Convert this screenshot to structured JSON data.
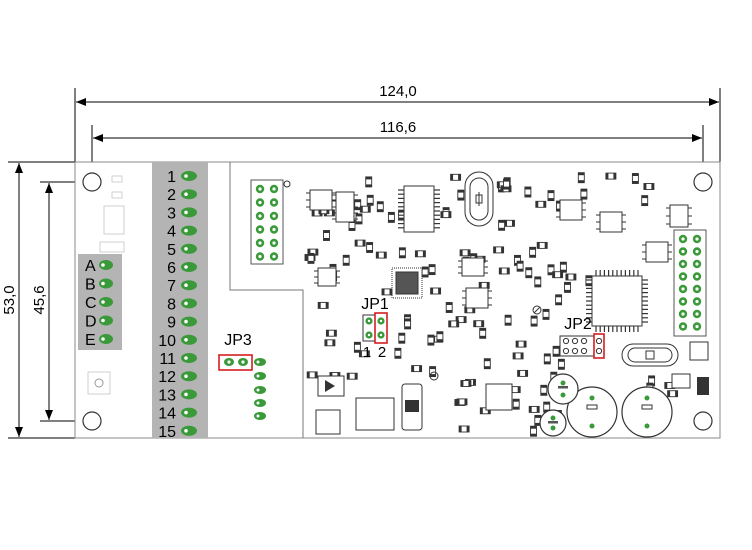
{
  "dimensions": {
    "overall_width": "124,0",
    "hole_spacing_width": "116,6",
    "overall_height": "53,0",
    "hole_spacing_height": "45,6"
  },
  "left_connector": {
    "pins": [
      "A",
      "B",
      "C",
      "D",
      "E"
    ]
  },
  "main_connector": {
    "pins": [
      "1",
      "2",
      "3",
      "4",
      "5",
      "6",
      "7",
      "8",
      "9",
      "10",
      "11",
      "12",
      "13",
      "14",
      "15"
    ]
  },
  "jumpers": {
    "jp1": {
      "label": "JP1",
      "pin_a": "1",
      "pin_b": "2"
    },
    "jp2": {
      "label": "JP2"
    },
    "jp3": {
      "label": "JP3"
    }
  },
  "colors": {
    "pad_green": "#3a9a3a",
    "highlight_red": "#d42020",
    "connector_gray": "#b4b4b4",
    "silkscreen": "#555555"
  }
}
